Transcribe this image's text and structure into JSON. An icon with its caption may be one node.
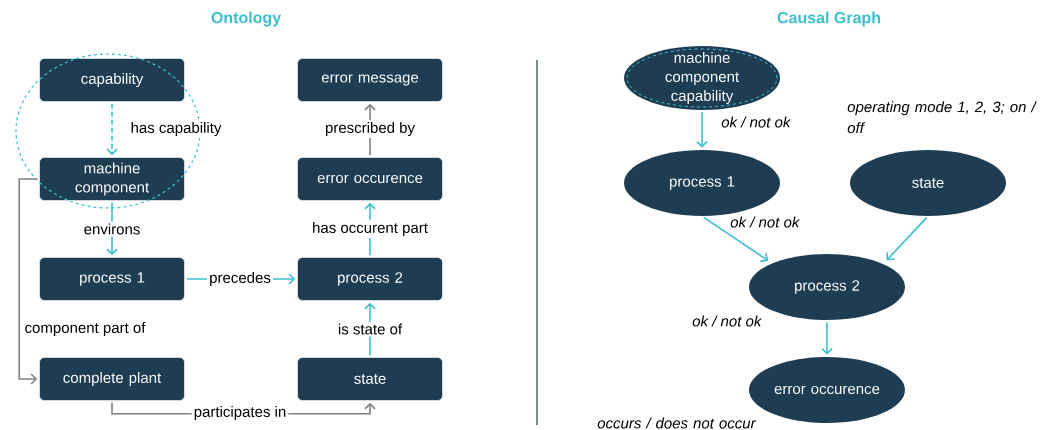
{
  "diagram": {
    "nodes": [
      {
        "text": [
          "capability"
        ]
      },
      {
        "text": [
          "error message"
        ]
      },
      {
        "text": [
          "machine component"
        ]
      },
      {
        "text": [
          "error occurence"
        ]
      },
      {
        "text": [
          "process 1"
        ]
      },
      {
        "text": [
          "process 2"
        ]
      },
      {
        "text": [
          "complete plant"
        ]
      },
      {
        "text": [
          "state"
        ]
      },
      {
        "text": [
          "machine component capability"
        ]
      },
      {
        "text": [
          "process 1"
        ]
      },
      {
        "text": [
          "state"
        ],
        "beside": [
          "operating mode 1, 2, 3; on / off"
        ]
      },
      {
        "text": [
          "process 2"
        ]
      },
      {
        "text": [
          "error occurence"
        ],
        "beside": [
          "occurs / does not occur"
        ]
      }
    ],
    "edges": [
      {
        "from": 0,
        "to": 2,
        "arrow": "to",
        "label": "has capability",
        "style": "dashed"
      },
      {
        "from": 2,
        "to": 4,
        "arrow": "to",
        "label": "environs"
      },
      {
        "from": 4,
        "to": 5,
        "arrow": "to",
        "label": "precedes"
      },
      {
        "from": 7,
        "to": 5,
        "arrow": "to",
        "label": "is state of"
      },
      {
        "from": 5,
        "to": 3,
        "arrow": "to",
        "label": "has occurent part"
      },
      {
        "from": 3,
        "to": 1,
        "arrow": "to",
        "label": "prescribed by",
        "color": "#808080"
      },
      {
        "from": 2,
        "to": 6,
        "arrow": "to",
        "label": "component part of",
        "color": "#808080"
      },
      {
        "from": 6,
        "to": 7,
        "arrow": "to",
        "label": "participates in",
        "color": "#808080"
      },
      {
        "from": 8,
        "to": 9,
        "arrow": "to",
        "label": "ok / not ok"
      },
      {
        "from": 9,
        "to": 11,
        "arrow": "to",
        "label": "ok / not ok"
      },
      {
        "from": 10,
        "to": 11,
        "arrow": "to"
      },
      {
        "from": 11,
        "to": 12,
        "arrow": "to",
        "label": "ok / not ok"
      }
    ],
    "labels": [
      "Ontology",
      "Causal Graph"
    ]
  }
}
